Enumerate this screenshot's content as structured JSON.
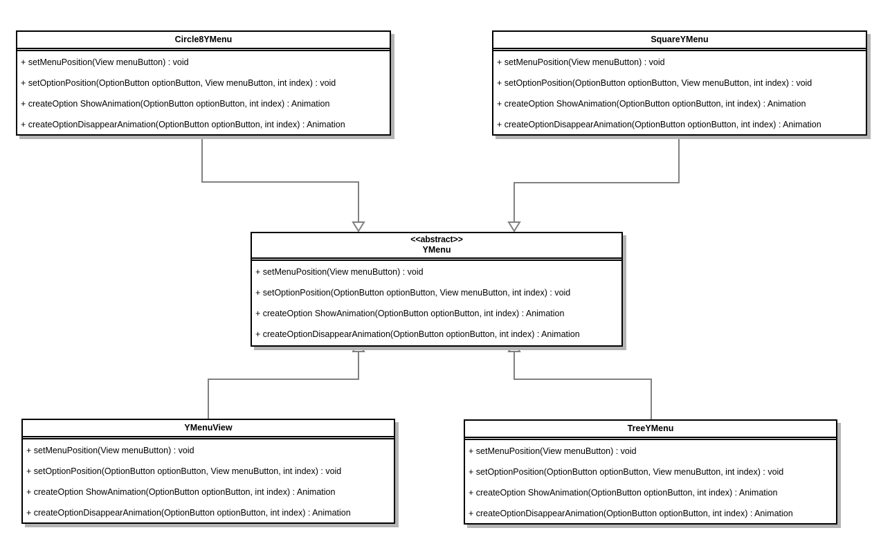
{
  "diagram": {
    "type": "uml-class-diagram",
    "background": "#ffffff",
    "border_color": "#000000",
    "shadow_color": "#b4b4b4",
    "edge_color": "#808080",
    "relationship": "generalization",
    "classes": [
      {
        "id": "circle8ymenu",
        "name": "Circle8YMenu",
        "stereotype": "",
        "abstract": false,
        "members": [
          "+ setMenuPosition(View menuButton) : void",
          "+ setOptionPosition(OptionButton optionButton, View menuButton, int index) : void",
          "+ createOption ShowAnimation(OptionButton optionButton, int index) : Animation",
          "+ createOptionDisappearAnimation(OptionButton optionButton, int index) : Animation"
        ]
      },
      {
        "id": "squareymenu",
        "name": "SquareYMenu",
        "stereotype": "",
        "abstract": false,
        "members": [
          "+ setMenuPosition(View menuButton) : void",
          "+ setOptionPosition(OptionButton optionButton, View menuButton, int index) : void",
          "+ createOption ShowAnimation(OptionButton optionButton, int index) : Animation",
          "+ createOptionDisappearAnimation(OptionButton optionButton, int index) : Animation"
        ]
      },
      {
        "id": "ymenu",
        "name": "YMenu",
        "stereotype": "<<abstract>>",
        "abstract": true,
        "members": [
          "+ setMenuPosition(View menuButton) : void",
          "+ setOptionPosition(OptionButton optionButton, View menuButton, int index) : void",
          "+ createOption ShowAnimation(OptionButton optionButton, int index) : Animation",
          "+ createOptionDisappearAnimation(OptionButton optionButton, int index) : Animation"
        ]
      },
      {
        "id": "ymenuview",
        "name": "YMenuView",
        "stereotype": "",
        "abstract": false,
        "members": [
          "+ setMenuPosition(View menuButton) : void",
          "+ setOptionPosition(OptionButton optionButton, View menuButton, int index) : void",
          "+ createOption ShowAnimation(OptionButton optionButton, int index) : Animation",
          "+ createOptionDisappearAnimation(OptionButton optionButton, int index) : Animation"
        ]
      },
      {
        "id": "treeymenu",
        "name": "TreeYMenu",
        "stereotype": "",
        "abstract": false,
        "members": [
          "+ setMenuPosition(View menuButton) : void",
          "+ setOptionPosition(OptionButton optionButton, View menuButton, int index) : void",
          "+ createOption ShowAnimation(OptionButton optionButton, int index) : Animation",
          "+ createOptionDisappearAnimation(OptionButton optionButton, int index) : Animation"
        ]
      }
    ],
    "edges": [
      {
        "from": "circle8ymenu",
        "to": "ymenu",
        "kind": "generalization",
        "arrow_at": "ymenu"
      },
      {
        "from": "squareymenu",
        "to": "ymenu",
        "kind": "generalization",
        "arrow_at": "ymenu"
      },
      {
        "from": "ymenuview",
        "to": "ymenu",
        "kind": "generalization",
        "arrow_at": "ymenu"
      },
      {
        "from": "treeymenu",
        "to": "ymenu",
        "kind": "generalization",
        "arrow_at": "ymenu"
      }
    ]
  }
}
